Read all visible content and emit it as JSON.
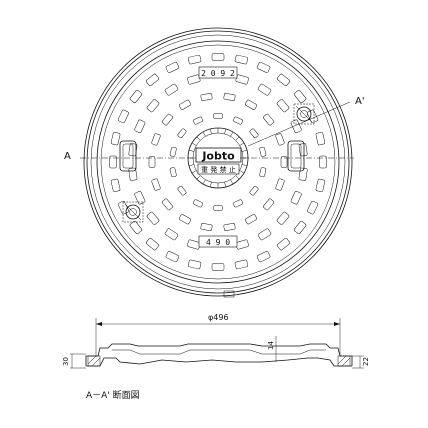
{
  "plan_view": {
    "section_mark_left": "A",
    "section_mark_right": "A'",
    "logo_text": "Jobto",
    "lid_text": "重 発 禁 止",
    "top_mark": "2 0 9 2",
    "bottom_mark": "4 9 0"
  },
  "section_view": {
    "dim_diameter": "φ496",
    "dim_left_height": "30",
    "dim_right_height": "22",
    "dim_thickness": "14",
    "caption": "A－A' 断面図"
  }
}
